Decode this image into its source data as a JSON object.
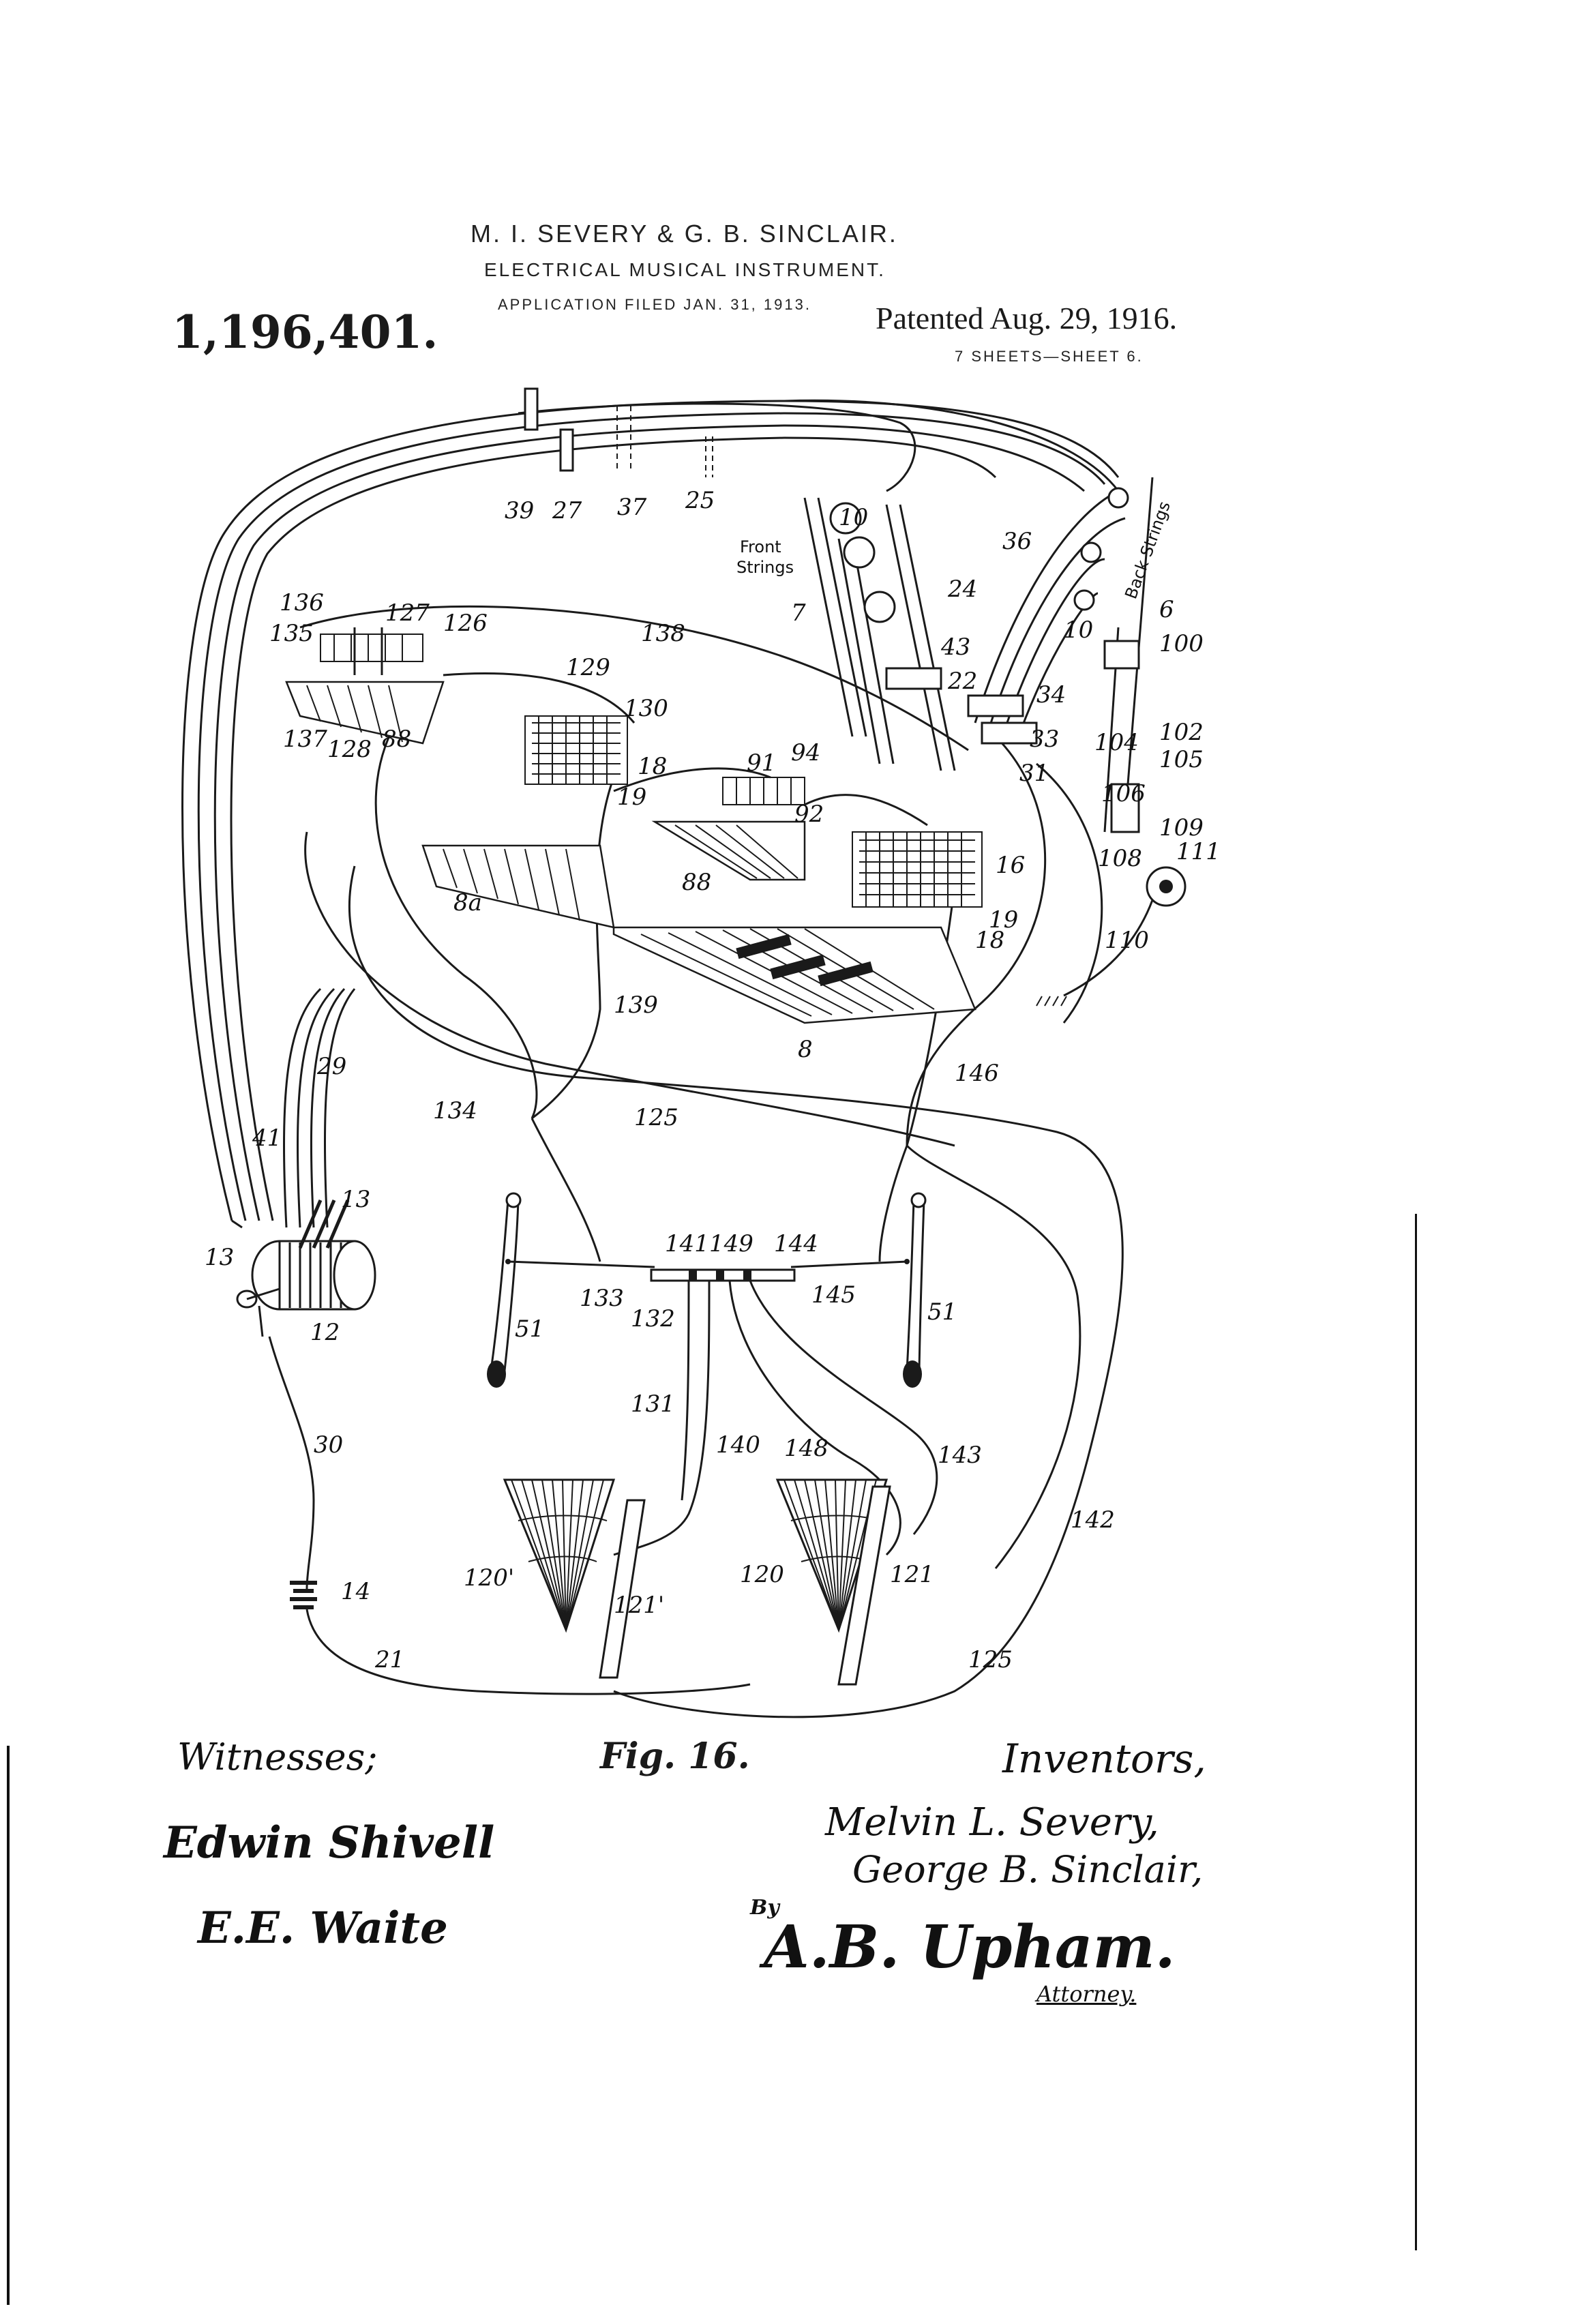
{
  "header": {
    "patent_number": "1,196,401.",
    "inventors_line": "M. I. SEVERY & G. B. SINCLAIR.",
    "title_line": "ELECTRICAL MUSICAL INSTRUMENT.",
    "application_line": "APPLICATION FILED JAN. 31, 1913.",
    "patented_date": "Patented Aug. 29, 1916.",
    "sheet_info": "7 SHEETS—SHEET 6."
  },
  "figure": {
    "caption": "Fig. 16.",
    "text_labels": {
      "front_strings": [
        "Front",
        "Strings"
      ],
      "back_strings": "Back Strings"
    },
    "reference_numerals": [
      "39",
      "27",
      "37",
      "25",
      "10",
      "36",
      "Front Strings",
      "7",
      "24",
      "43",
      "22",
      "10",
      "6",
      "100",
      "34",
      "33",
      "31",
      "104",
      "102",
      "105",
      "106",
      "109",
      "111",
      "108",
      "110",
      "16",
      "19",
      "18",
      "91",
      "94",
      "92",
      "88",
      "19",
      "18",
      "129",
      "130",
      "138",
      "136",
      "135",
      "127",
      "126",
      "137",
      "128",
      "88",
      "8a",
      "8",
      "139",
      "146",
      "134",
      "125",
      "29",
      "41",
      "13",
      "13",
      "12",
      "141",
      "149",
      "144",
      "133",
      "132",
      "145",
      "51",
      "51",
      "131",
      "140",
      "148",
      "143",
      "142",
      "30",
      "14",
      "120'",
      "121'",
      "120",
      "121",
      "21",
      "125"
    ]
  },
  "signatures": {
    "witnesses_label": "Witnesses;",
    "witness_1": "Edwin Shivell",
    "witness_2": "E.E. Waite",
    "inventors_label": "Inventors,",
    "inventor_1": "Melvin L. Severy,",
    "inventor_2": "George B. Sinclair,",
    "by_label": "By",
    "attorney_name": "A.B. Upham.",
    "attorney_label": "Attorney."
  }
}
